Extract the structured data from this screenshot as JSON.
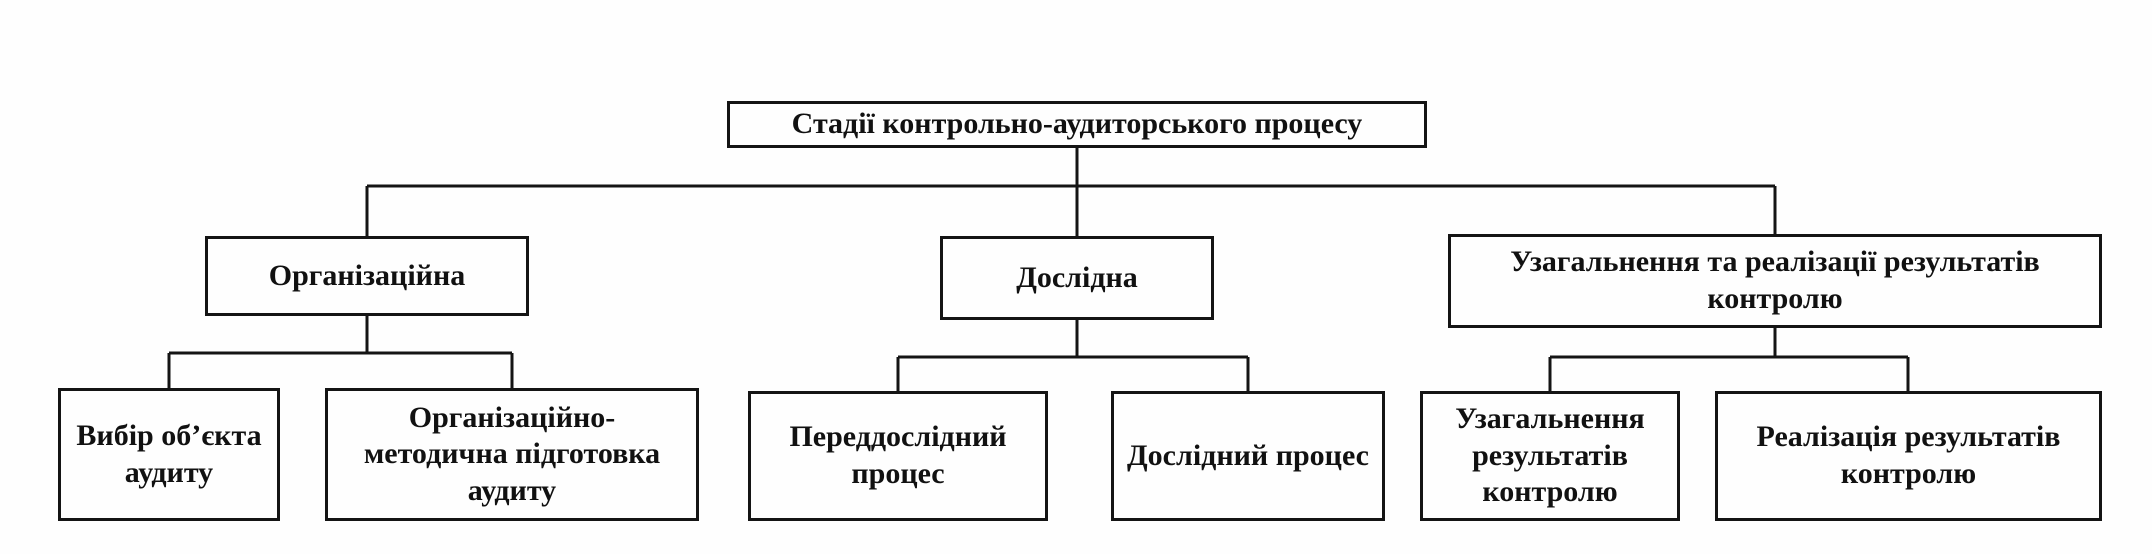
{
  "diagram": {
    "root": {
      "label": "Стадії контрольно-аудиторського процесу"
    },
    "stages": [
      {
        "label": "Організаційна"
      },
      {
        "label": "Дослідна"
      },
      {
        "label": "Узагальнення та реалізації результатів контролю"
      }
    ],
    "substages": [
      {
        "label": "Вибір об’єкта аудиту"
      },
      {
        "label": "Організаційно-методична підготовка аудиту"
      },
      {
        "label": "Переддослідний процес"
      },
      {
        "label": "Дослідний процес"
      },
      {
        "label": "Узагальнення результатів контролю"
      },
      {
        "label": "Реалізація результатів контролю"
      }
    ],
    "line_color": "#141414"
  }
}
